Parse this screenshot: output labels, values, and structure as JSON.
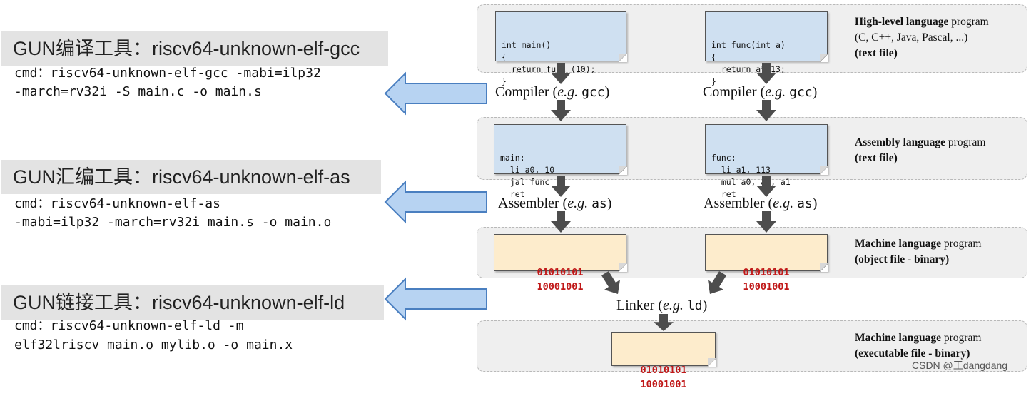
{
  "left": {
    "steps": [
      {
        "title": "GUN编译工具：riscv64-unknown-elf-gcc",
        "cmd_line1": "cmd：riscv64-unknown-elf-gcc -mabi=ilp32",
        "cmd_line2": "-march=rv32i -S main.c -o main.s"
      },
      {
        "title": "GUN汇编工具：riscv64-unknown-elf-as",
        "cmd_line1": "cmd：riscv64-unknown-elf-as",
        "cmd_line2": "-mabi=ilp32 -march=rv32i main.s -o main.o"
      },
      {
        "title": "GUN链接工具：riscv64-unknown-elf-ld",
        "cmd_line1": "cmd：riscv64-unknown-elf-ld -m",
        "cmd_line2": "elf32lriscv main.o mylib.o -o main.x"
      }
    ]
  },
  "diagram": {
    "source_main": "int main()\n{\n  return func (10);\n}",
    "source_func": "int func(int a)\n{\n  return a*113;\n}",
    "asm_main": "main:\n  li a0, 10\n  jal func\n  ret",
    "asm_func": "func:\n  li a1, 113\n  mul a0, a0, a1\n  ret",
    "binary": "01010101\n10001001",
    "compiler": {
      "prefix": "Compiler (",
      "eg": "e.g.",
      "tool": "gcc",
      "suffix": ")"
    },
    "assembler": {
      "prefix": "Assembler (",
      "eg": "e.g.",
      "tool": "as",
      "suffix": ")"
    },
    "linker": {
      "prefix": "Linker (",
      "eg": "e.g.",
      "tool": "ld",
      "suffix": ")"
    },
    "lane_labels": {
      "high_level_bold": "High-level language",
      "high_level_rest": " program",
      "high_level_line2": "(C, C++, Java, Pascal, ...)",
      "high_level_line3": "(text file)",
      "assembly_bold": "Assembly language",
      "assembly_rest": " program",
      "assembly_line2": "(text file)",
      "machine_bold": "Machine language",
      "machine_rest": " program",
      "machine_line2": "(object file - binary)",
      "exec_bold": "Machine language",
      "exec_rest": " program",
      "exec_line2": "(executable file - binary)"
    }
  },
  "watermark": "CSDN @王dangdang",
  "colors": {
    "arrow_fill": "#b7d3f2",
    "arrow_stroke": "#4a7fc0",
    "source_doc": "#cfe0f1",
    "binary_doc": "#fdeccc",
    "binary_text": "#c01818"
  }
}
